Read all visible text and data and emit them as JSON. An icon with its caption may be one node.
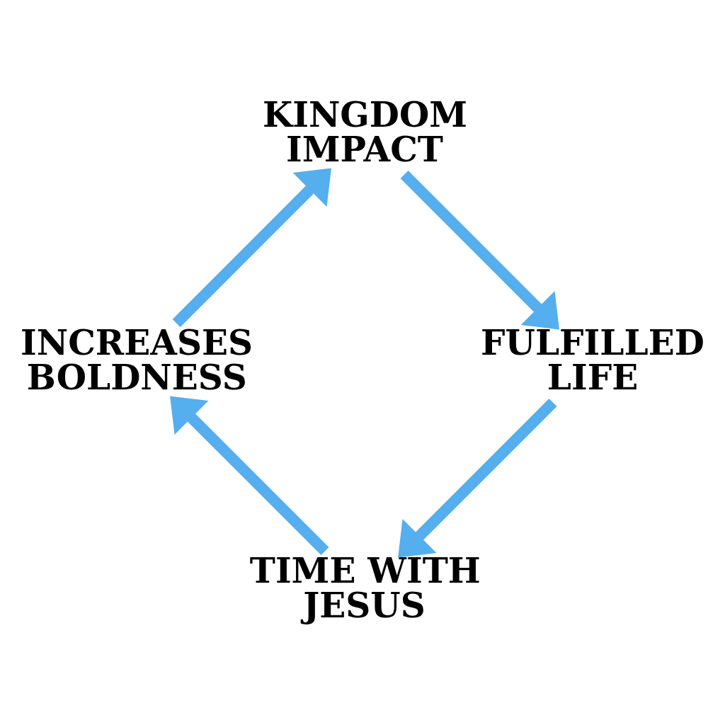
{
  "diagram": {
    "nodes": [
      {
        "text": [
          "TIME WITH JESUS"
        ]
      },
      {
        "text": [
          "FULFILLED LIFE"
        ]
      },
      {
        "text": [
          "INCREASES BOLDNESS"
        ]
      },
      {
        "text": [
          "KINGDOM IMPACT"
        ]
      }
    ],
    "edges": [
      {
        "from": 0,
        "to": 2,
        "arrow": "to"
      },
      {
        "from": 2,
        "to": 3,
        "arrow": "to"
      },
      {
        "from": 3,
        "to": 1,
        "arrow": "to"
      },
      {
        "from": 1,
        "to": 0,
        "arrow": "to"
      }
    ]
  }
}
